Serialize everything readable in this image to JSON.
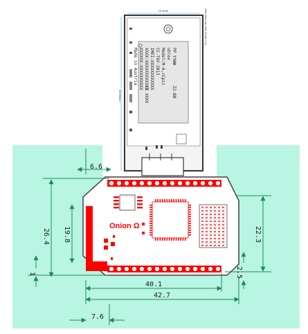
{
  "colors": {
    "background": "#b8f5e2",
    "dimension_line": "#1e8a55",
    "pcb_outline": "#404040",
    "pcb_red": "#ff0000",
    "module_bg": "#ffffff",
    "shield": "#dcdcdc"
  },
  "module": {
    "top_dimension": "15.4mm",
    "side_dimension": "40.00mm",
    "view_note": "View from top side (Scale 4:1)",
    "pp_label": "PP YYWW",
    "brand": "ublox",
    "model_text": "Model:M-A,cCpzz",
    "ccode": "CC-TAY-2013",
    "imei": "IMEI:XXXXXXXXXXXX",
    "sn_line_1": "XXXX:XXXXXXXXXXXX",
    "sn_line_2": "XXXXXX:XXXXXXXXXX",
    "made_in": "Made in Austria",
    "ce_mark": "CE XXXX",
    "model_id": "Z2-B0"
  },
  "board": {
    "logo": "Onion Ω"
  },
  "dimensions": {
    "left_offset": "6.6",
    "height_outer": "26.4",
    "height_inner": "19.8",
    "left_small": "1",
    "right_height": "22.3",
    "right_small": "2.5",
    "width_pins": "40.1",
    "width_total": "42.7",
    "bottom_offset": "7.6"
  }
}
